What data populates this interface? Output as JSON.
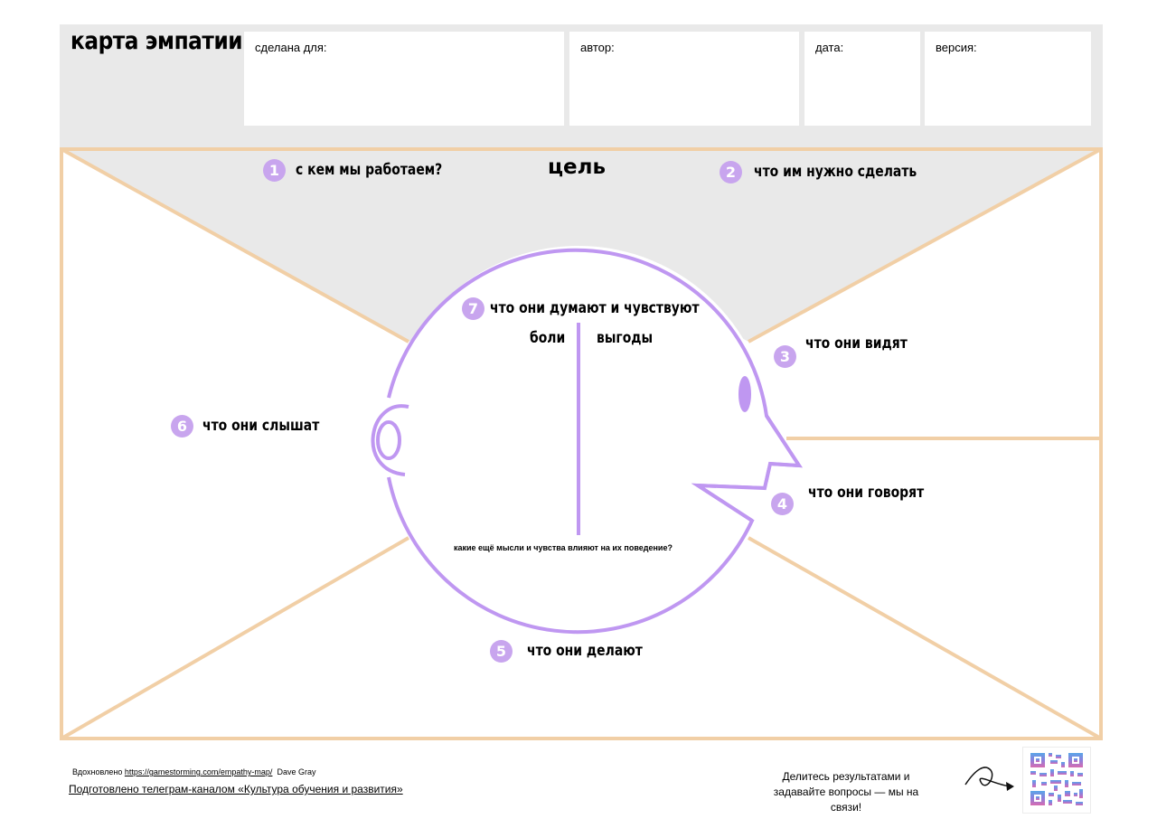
{
  "header": {
    "title": "карта эмпатии",
    "fields": [
      {
        "label": "сделана для:"
      },
      {
        "label": "автор:"
      },
      {
        "label": "дата:"
      },
      {
        "label": "версия:"
      }
    ]
  },
  "goal": "цель",
  "sections": [
    {
      "num": "1",
      "label": "с кем мы работаем?"
    },
    {
      "num": "2",
      "label": "что им нужно сделать"
    },
    {
      "num": "3",
      "label": "что они видят"
    },
    {
      "num": "4",
      "label": "что они говорят"
    },
    {
      "num": "5",
      "label": "что они делают"
    },
    {
      "num": "6",
      "label": "что они слышат"
    },
    {
      "num": "7",
      "label": "что они думают и чувствуют"
    }
  ],
  "head": {
    "pains": "боли",
    "gains": "выгоды",
    "question": "какие ещё мысли и чувства влияют на их поведение?"
  },
  "footer": {
    "inspired_prefix": "Вдохновлено",
    "inspired_link": "https://gamestorming.com/empathy-map/",
    "inspired_author": "Dave Gray",
    "prepared": "Подготовлено телеграм-каналом «Культура обучения и развития»",
    "share_text": "Делитесь результатами и задавайте вопросы — мы на связи!"
  },
  "colors": {
    "frame": "#f1cfa6",
    "accent": "#bf97f1",
    "badge": "#c8a5ee",
    "header_bg": "#e9e9e9"
  },
  "icons": [
    "arrow-squiggle-icon",
    "qr-code-icon"
  ]
}
